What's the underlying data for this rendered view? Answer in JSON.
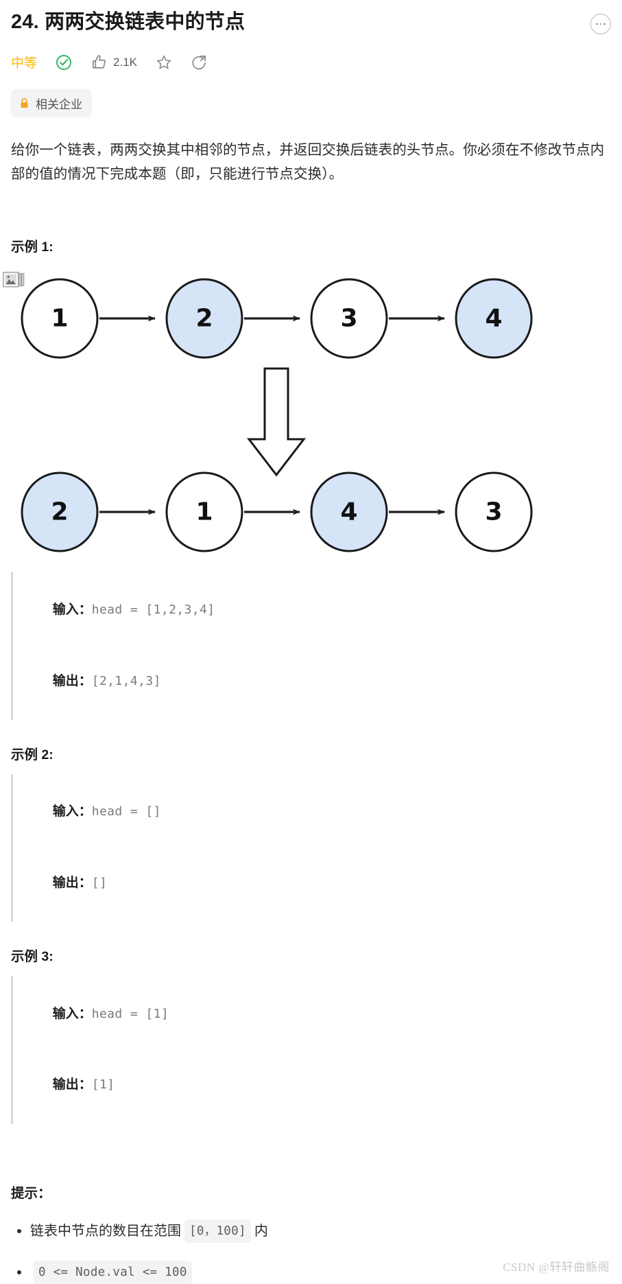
{
  "header": {
    "title": "24. 两两交换链表中的节点",
    "more_icon": "ellipsis-icon",
    "difficulty": "中等",
    "difficulty_color": "#ffb800",
    "solved_icon": "check-circle-icon",
    "like_icon": "thumbs-up-icon",
    "like_count": "2.1K",
    "star_icon": "star-outline-icon",
    "share_icon": "share-icon",
    "company_tag": {
      "icon": "lock-icon",
      "label": "相关企业",
      "icon_color": "#f5a623"
    }
  },
  "description": "给你一个链表，两两交换其中相邻的节点，并返回交换后链表的头节点。你必须在不修改节点内部的值的情况下完成本题（即，只能进行节点交换）。",
  "examples": [
    {
      "heading": "示例 1:",
      "has_diagram": true,
      "input_label": "输入：",
      "input_value": "head = [1,2,3,4]",
      "output_label": "输出：",
      "output_value": "[2,1,4,3]"
    },
    {
      "heading": "示例 2:",
      "has_diagram": false,
      "input_label": "输入：",
      "input_value": "head = []",
      "output_label": "输出：",
      "output_value": "[]"
    },
    {
      "heading": "示例 3:",
      "has_diagram": false,
      "input_label": "输入：",
      "input_value": "head = [1]",
      "output_label": "输出：",
      "output_value": "[1]"
    }
  ],
  "diagram": {
    "broken_image_icon": "broken-image-icon",
    "node_fill_highlight": "#d6e4f7",
    "node_fill_plain": "#ffffff",
    "node_stroke": "#1a1a1a",
    "top_row": [
      {
        "value": "1",
        "highlight": false
      },
      {
        "value": "2",
        "highlight": true
      },
      {
        "value": "3",
        "highlight": false
      },
      {
        "value": "4",
        "highlight": true
      }
    ],
    "bottom_row": [
      {
        "value": "2",
        "highlight": true
      },
      {
        "value": "1",
        "highlight": false
      },
      {
        "value": "4",
        "highlight": true
      },
      {
        "value": "3",
        "highlight": false
      }
    ],
    "transform_arrow": "down-block-arrow-icon"
  },
  "hints": {
    "heading": "提示：",
    "items": [
      {
        "before": "链表中节点的数目在范围",
        "code": "[0，100]",
        "after": "内"
      },
      {
        "before": "",
        "code": "0 <= Node.val <= 100",
        "after": ""
      }
    ]
  },
  "watermark": "CSDN @轩轩曲觞阁"
}
